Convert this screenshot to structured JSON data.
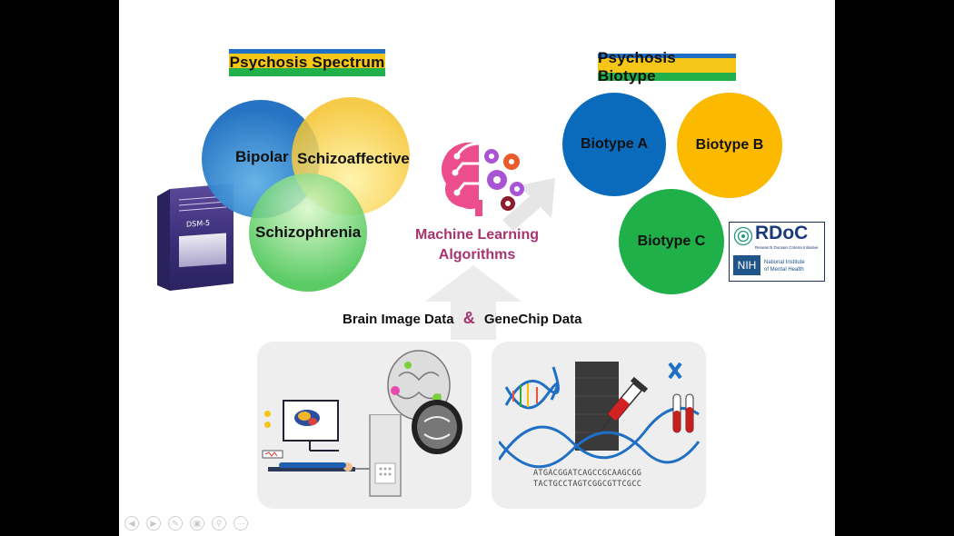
{
  "left_section": {
    "title": "Psychosis Spectrum",
    "circles": [
      "Bipolar",
      "Schizoaffective",
      "Schizophrenia"
    ],
    "book_label": "DSM-5"
  },
  "right_section": {
    "title": "Psychosis Biotype",
    "circles": [
      "Biotype A",
      "Biotype B",
      "Biotype C"
    ]
  },
  "center": {
    "ml_line1": "Machine Learning",
    "ml_line2": "Algorithms"
  },
  "data_line": {
    "left": "Brain Image Data",
    "amp": "&",
    "right": "GeneChip Data"
  },
  "rdoc": {
    "title": "RDoC",
    "subtitle": "Research Domain Criteria Initiative",
    "nih": "NIH",
    "nih_line1": "National Institute",
    "nih_line2": "of Mental Health"
  },
  "dna_sequence": {
    "top": "ATGACGGATCAGCCGCAAGCGG",
    "bottom": "TACTGCCTAGTCGGCGTTCGCC"
  },
  "colors": {
    "biotype_a": "#0a6bbd",
    "biotype_b": "#fbb900",
    "biotype_c": "#1fb04a",
    "ml_text": "#a8336e"
  },
  "nav_icons": [
    "back-icon",
    "forward-icon",
    "pen-icon",
    "slides-icon",
    "zoom-icon",
    "more-icon"
  ]
}
